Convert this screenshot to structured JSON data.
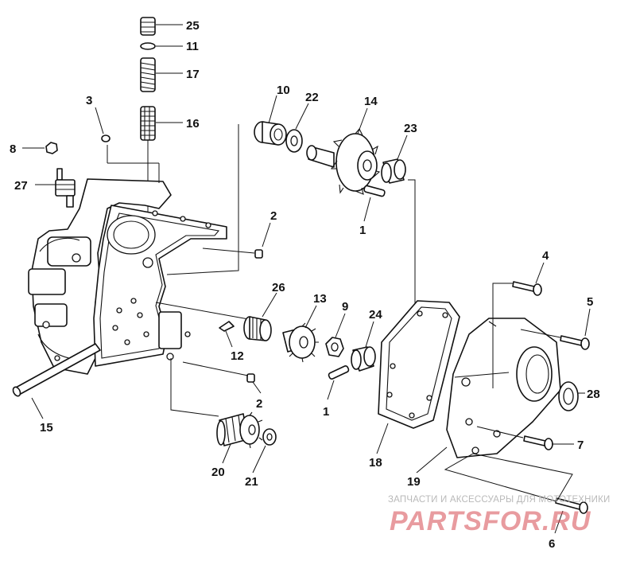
{
  "diagram": {
    "callouts": [
      "25",
      "11",
      "17",
      "16",
      "3",
      "8",
      "27",
      "10",
      "22",
      "14",
      "23",
      "1",
      "2",
      "4",
      "5",
      "26",
      "13",
      "9",
      "24",
      "12",
      "28",
      "7",
      "15",
      "20",
      "21",
      "18",
      "19",
      "6",
      "2",
      "1"
    ]
  },
  "watermark": {
    "caption": "ЗАПЧАСТИ И АКСЕССУАРЫ ДЛЯ МОТОТЕХНИКИ",
    "logo": "PARTSFOR.RU"
  },
  "colors": {
    "line": "#111111",
    "background": "#ffffff",
    "watermark": "#d64850"
  }
}
